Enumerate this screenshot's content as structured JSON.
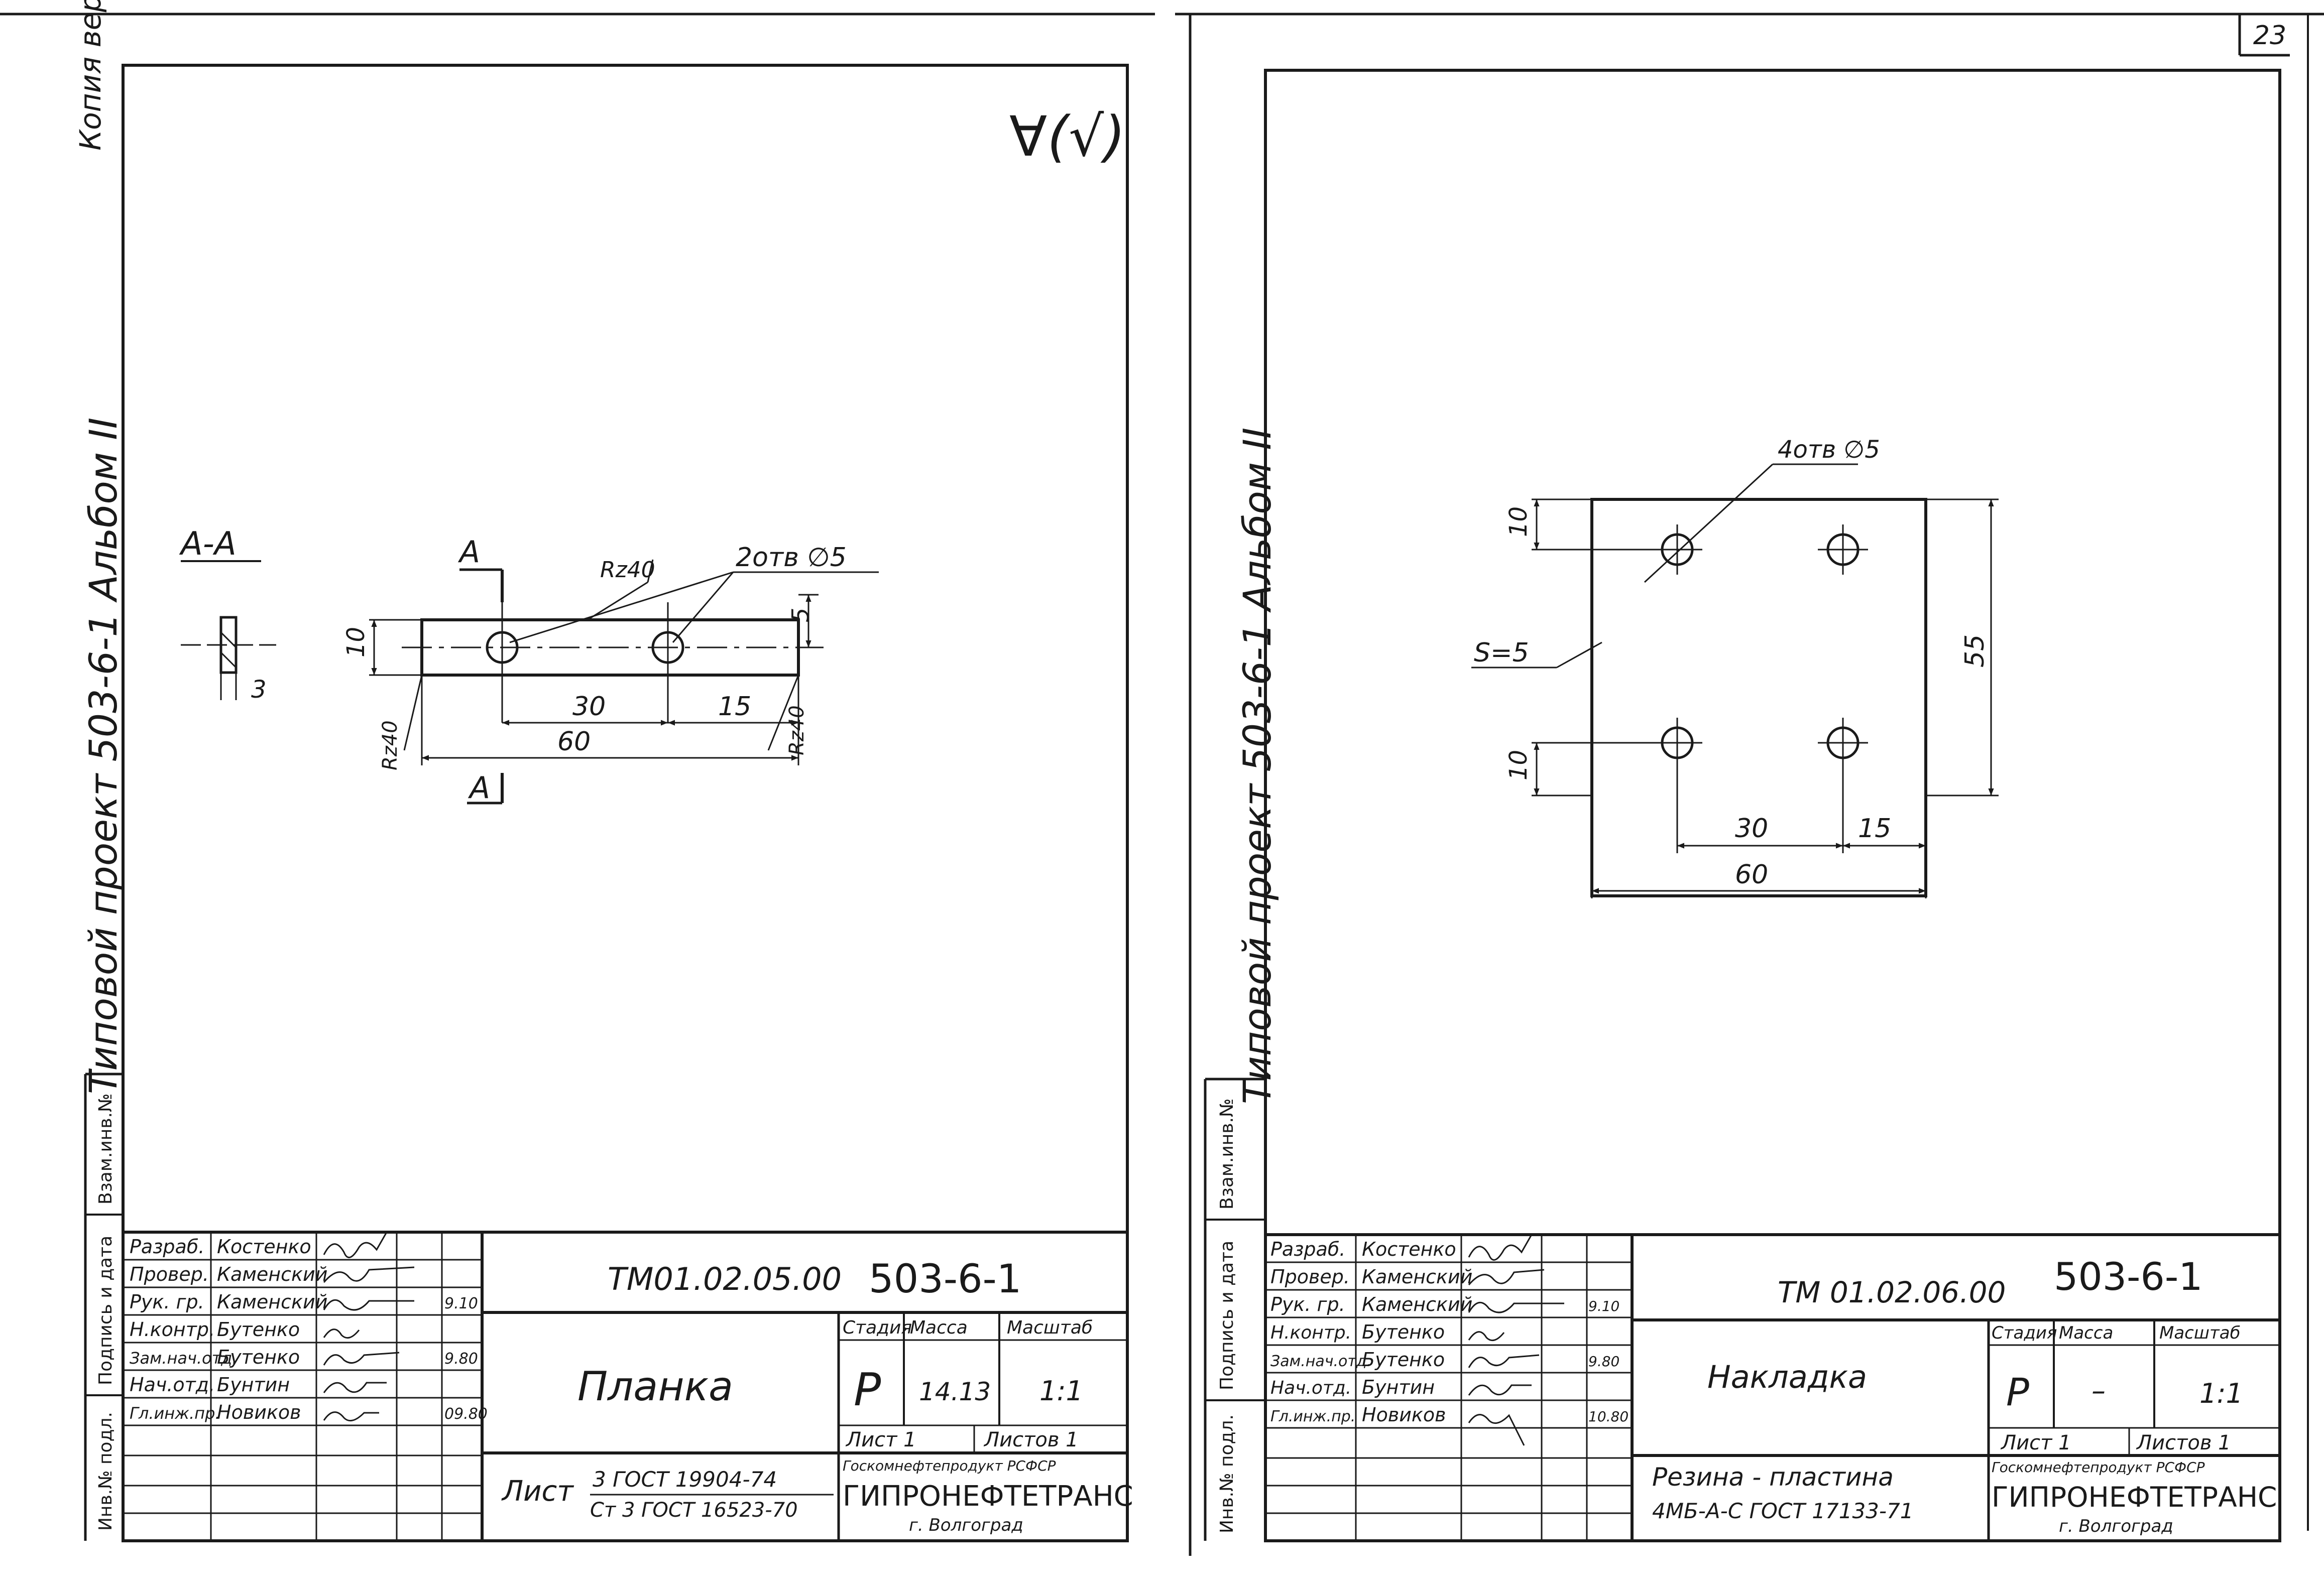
{
  "page": {
    "number": "23"
  },
  "margin": {
    "copy_note": "Копия верна",
    "project_label": "Типовой проект 503-6-1 Альбом II",
    "stamp_cells": [
      "Инв.№ подл.",
      "Подпись и дата",
      "Взам.инв.№"
    ]
  },
  "left_sheet": {
    "roughness": "∀(√)",
    "section_label": "А-А",
    "section_dim": "3",
    "cut_a_top": "А",
    "cut_a_bottom": "А",
    "callout_roughness": "Rz40",
    "callout_holes": "2отв ∅5",
    "dims": {
      "height": "10",
      "edge": "5",
      "pitch": "30",
      "end": "15",
      "length": "60",
      "rz_left": "Rz40",
      "rz_right": "Rz40"
    },
    "title_block": {
      "roles": [
        "Разраб.",
        "Провер.",
        "Рук. гр.",
        "Н.контр.",
        "Зам.нач.отд.",
        "Нач.отд.",
        "Гл.инж.пр."
      ],
      "names": [
        "Костенко",
        "Каменский",
        "Каменский",
        "Бутенко",
        "Бутенко",
        "Бунтин",
        "Новиков"
      ],
      "dates": [
        "",
        "",
        "9.10",
        "",
        "9.80",
        "",
        "09.80"
      ],
      "designation": "ТМ01.02.05.00",
      "project": "503-6-1",
      "name": "Планка",
      "stage_h": "Стадия",
      "mass_h": "Масса",
      "scale_h": "Масштаб",
      "stage": "Р",
      "mass": "14.13",
      "scale": "1:1",
      "sheet": "Лист 1",
      "sheets": "Листов 1",
      "material_prefix": "Лист",
      "material_top": "3 ГОСТ 19904-74",
      "material_bottom": "Ст 3 ГОСТ 16523-70",
      "org_top": "Госкомнефтепродукт РСФСР",
      "org_name": "ГИПРОНЕФТЕТРАНС",
      "org_city": "г. Волгоград"
    }
  },
  "right_sheet": {
    "callout_holes": "4отв ∅5",
    "callout_thickness": "S=5",
    "dims": {
      "top": "10",
      "bottom": "10",
      "height": "55",
      "pitch": "30",
      "end": "15",
      "width": "60"
    },
    "title_block": {
      "roles": [
        "Разраб.",
        "Провер.",
        "Рук. гр.",
        "Н.контр.",
        "Зам.нач.отд.",
        "Нач.отд.",
        "Гл.инж.пр."
      ],
      "names": [
        "Костенко",
        "Каменский",
        "Каменский",
        "Бутенко",
        "Бутенко",
        "Бунтин",
        "Новиков"
      ],
      "dates": [
        "",
        "",
        "9.10",
        "",
        "9.80",
        "",
        "10.80"
      ],
      "designation": "ТМ 01.02.06.00",
      "project": "503-6-1",
      "name": "Накладка",
      "stage_h": "Стадия",
      "mass_h": "Масса",
      "scale_h": "Масштаб",
      "stage": "Р",
      "mass": "–",
      "scale": "1:1",
      "sheet": "Лист 1",
      "sheets": "Листов 1",
      "material_top": "Резина - пластина",
      "material_bottom": "4МБ-А-С ГОСТ 17133-71",
      "org_top": "Госкомнефтепродукт РСФСР",
      "org_name": "ГИПРОНЕФТЕТРАНС",
      "org_city": "г. Волгоград"
    }
  }
}
